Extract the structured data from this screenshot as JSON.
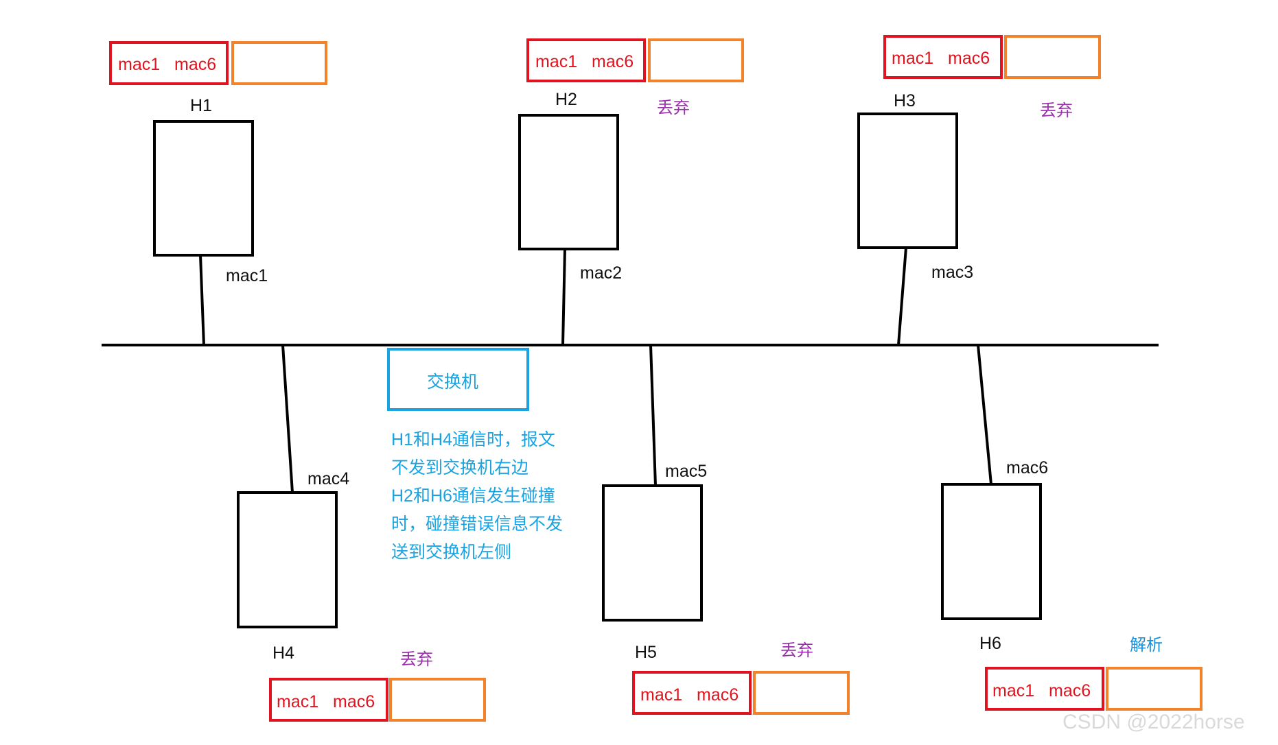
{
  "colors": {
    "line": "#000000",
    "frame_mac": "#e0141e",
    "frame_payload": "#f2832b",
    "switch": "#1aa3e0",
    "discard_text": "#9b2fae",
    "parse_text": "#1a8fd8"
  },
  "bus": {
    "label": ""
  },
  "switch": {
    "label": "交换机"
  },
  "note": {
    "lines": [
      "H1和H4通信时，报文",
      "不发到交换机右边",
      "H2和H6通信发生碰撞",
      "时，碰撞错误信息不发",
      "送到交换机左侧"
    ]
  },
  "hosts": [
    {
      "id": "H1",
      "name": "H1",
      "mac": "mac1",
      "frame": {
        "src": "mac1",
        "dst": "mac6"
      },
      "action": ""
    },
    {
      "id": "H2",
      "name": "H2",
      "mac": "mac2",
      "frame": {
        "src": "mac1",
        "dst": "mac6"
      },
      "action": "丢弃"
    },
    {
      "id": "H3",
      "name": "H3",
      "mac": "mac3",
      "frame": {
        "src": "mac1",
        "dst": "mac6"
      },
      "action": "丢弃"
    },
    {
      "id": "H4",
      "name": "H4",
      "mac": "mac4",
      "frame": {
        "src": "mac1",
        "dst": "mac6"
      },
      "action": "丢弃"
    },
    {
      "id": "H5",
      "name": "H5",
      "mac": "mac5",
      "frame": {
        "src": "mac1",
        "dst": "mac6"
      },
      "action": "丢弃"
    },
    {
      "id": "H6",
      "name": "H6",
      "mac": "mac6",
      "frame": {
        "src": "mac1",
        "dst": "mac6"
      },
      "action": "解析"
    }
  ],
  "watermark": "CSDN @2022horse"
}
